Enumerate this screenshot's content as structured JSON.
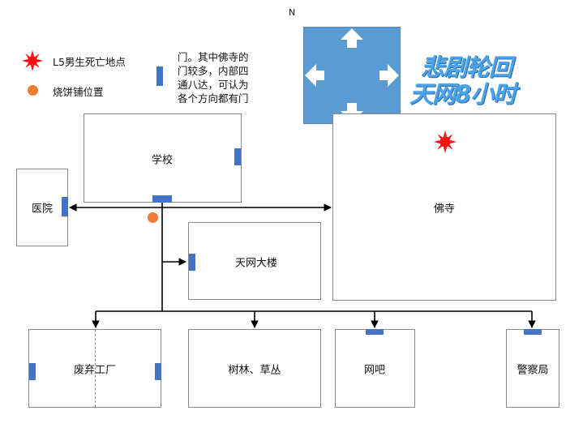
{
  "compass": {
    "north": "N"
  },
  "legend": {
    "death_spot": "L5男生死亡地点",
    "pancake_shop": "烧饼铺位置"
  },
  "door_note": [
    "门。其中佛寺的",
    "门较多，内部四",
    "通八达，可认为",
    "各个方向都有门"
  ],
  "logo": {
    "line1": "悲剧轮回",
    "line2": "天网8小时"
  },
  "buildings": {
    "school": "学校",
    "hospital": "医院",
    "temple": "佛寺",
    "skynet_tower": "天网大楼",
    "factory": "废弃工厂",
    "woods": "树林、草丛",
    "netcafe": "网吧",
    "police": "警察局"
  },
  "colors": {
    "door": "#4472c4",
    "death_mark": "#ff1010",
    "shop": "#ed7d31",
    "temple_square": "#5b9bd5",
    "line": "#000000"
  }
}
